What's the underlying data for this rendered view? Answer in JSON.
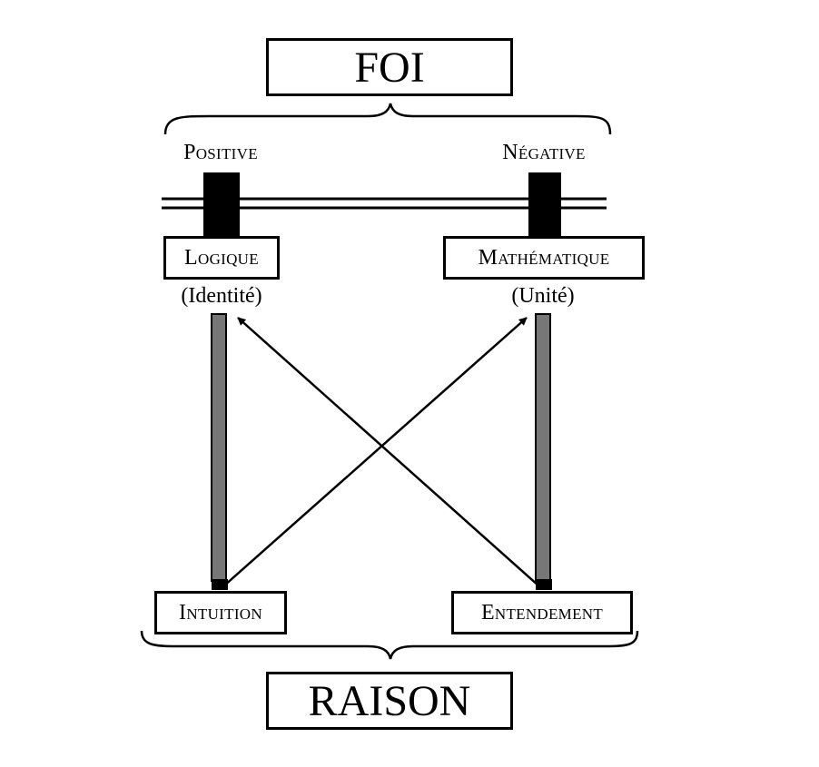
{
  "faith": {
    "title": "FOI",
    "positive": "Positive",
    "negative": "Négative"
  },
  "reason": {
    "title": "RAISON"
  },
  "sciences": [
    {
      "name": "Logique",
      "principle": "(Identité)"
    },
    {
      "name": "Mathématique",
      "principle": "(Unité)"
    }
  ],
  "faculties": [
    {
      "name": "Intuition"
    },
    {
      "name": "Entendement"
    }
  ],
  "colors": {
    "line": "#000000",
    "pillar": "#777777",
    "background": "#ffffff"
  }
}
